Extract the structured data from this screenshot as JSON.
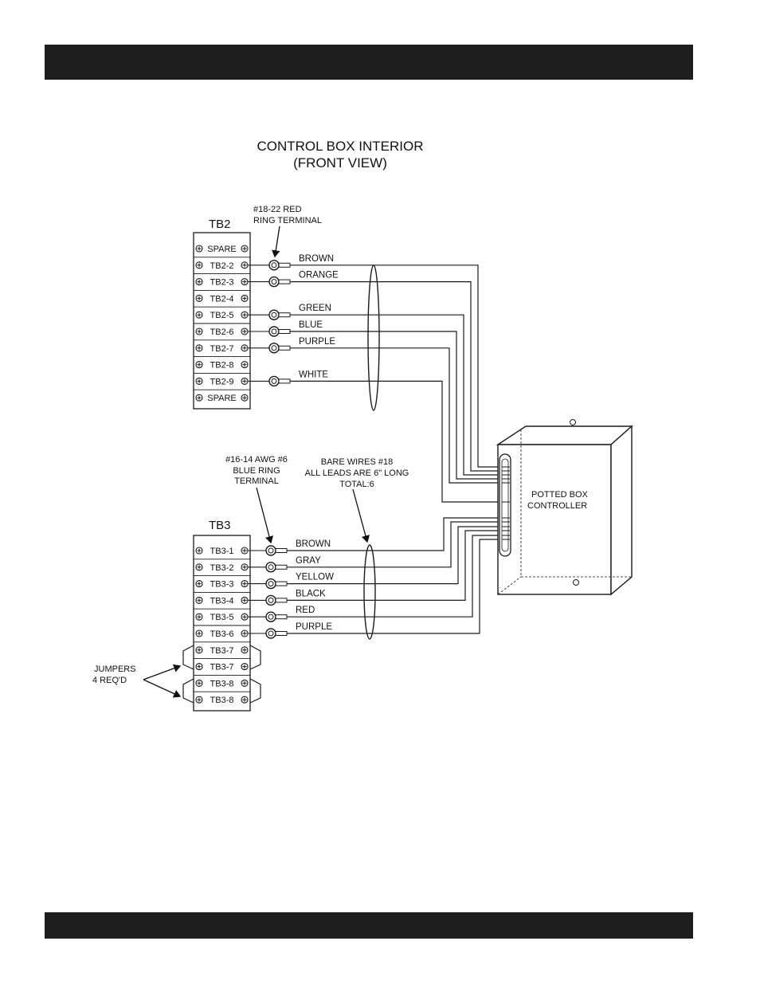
{
  "title_line1": "CONTROL BOX INTERIOR",
  "title_line2": "(FRONT VIEW)",
  "tb2": {
    "label": "TB2",
    "terminals": [
      "SPARE",
      "TB2-2",
      "TB2-3",
      "TB2-4",
      "TB2-5",
      "TB2-6",
      "TB2-7",
      "TB2-8",
      "TB2-9",
      "SPARE"
    ]
  },
  "tb3": {
    "label": "TB3",
    "terminals": [
      "TB3-1",
      "TB3-2",
      "TB3-3",
      "TB3-4",
      "TB3-5",
      "TB3-6",
      "TB3-7",
      "TB3-7",
      "TB3-8",
      "TB3-8"
    ]
  },
  "tb2_wires": [
    {
      "terminal": "TB2-2",
      "color": "BROWN"
    },
    {
      "terminal": "TB2-3",
      "color": "ORANGE"
    },
    {
      "terminal": "TB2-5",
      "color": "GREEN"
    },
    {
      "terminal": "TB2-6",
      "color": "BLUE"
    },
    {
      "terminal": "TB2-7",
      "color": "PURPLE"
    },
    {
      "terminal": "TB2-9",
      "color": "WHITE"
    }
  ],
  "tb3_wires": [
    {
      "terminal": "TB3-1",
      "color": "BROWN"
    },
    {
      "terminal": "TB3-2",
      "color": "GRAY"
    },
    {
      "terminal": "TB3-3",
      "color": "YELLOW"
    },
    {
      "terminal": "TB3-4",
      "color": "BLACK"
    },
    {
      "terminal": "TB3-5",
      "color": "RED"
    },
    {
      "terminal": "TB3-6",
      "color": "PURPLE"
    }
  ],
  "notes": {
    "red_ring_line1": "#18-22 RED",
    "red_ring_line2": "RING TERMINAL",
    "blue_ring_line1": "#16-14 AWG #6",
    "blue_ring_line2": "BLUE RING",
    "blue_ring_line3": "TERMINAL",
    "bare_line1": "BARE WIRES #18",
    "bare_line2": "ALL LEADS ARE 6\" LONG",
    "bare_line3": "TOTAL:6",
    "jumpers_line1": "JUMPERS",
    "jumpers_line2": "4    REQ'D"
  },
  "controller": {
    "line1": "POTTED BOX",
    "line2": "CONTROLLER"
  }
}
